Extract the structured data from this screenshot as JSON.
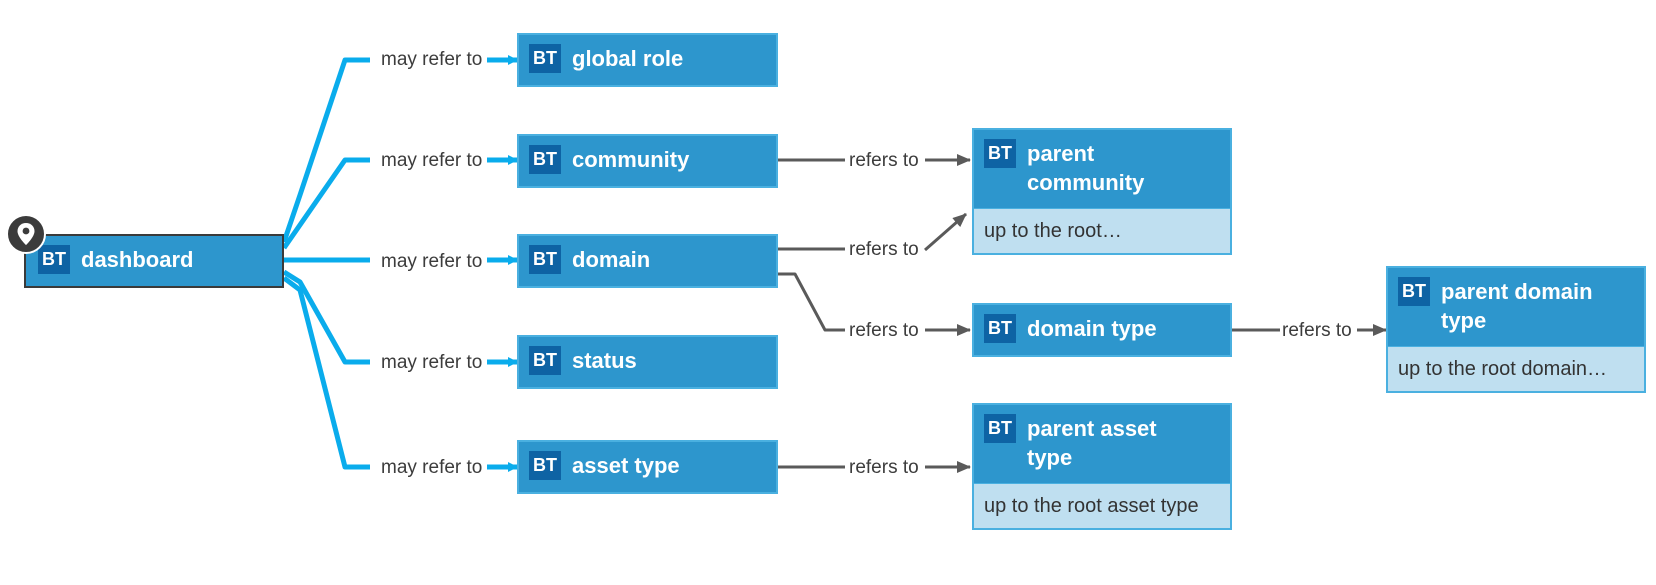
{
  "diagram": {
    "nodes": {
      "dashboard": {
        "badge": "BT",
        "title": "dashboard"
      },
      "global_role": {
        "badge": "BT",
        "title": "global role"
      },
      "community": {
        "badge": "BT",
        "title": "community"
      },
      "domain": {
        "badge": "BT",
        "title": "domain"
      },
      "status": {
        "badge": "BT",
        "title": "status"
      },
      "asset_type": {
        "badge": "BT",
        "title": "asset type"
      },
      "parent_community": {
        "badge": "BT",
        "title_line1": "parent",
        "title_line2": "community",
        "subtitle": "up to the root…"
      },
      "domain_type": {
        "badge": "BT",
        "title": "domain type"
      },
      "parent_asset_type": {
        "badge": "BT",
        "title_line1": "parent asset",
        "title_line2": "type",
        "subtitle": "up to the root asset type"
      },
      "parent_domain_type": {
        "badge": "BT",
        "title_line1": "parent domain",
        "title_line2": "type",
        "subtitle": "up to the root domain…"
      }
    },
    "edge_labels": {
      "may_refer_to": "may refer to",
      "refers_to": "refers to"
    },
    "colors": {
      "optional_edge": "#0aacec",
      "required_edge": "#5a5a5a",
      "node_fill": "#2d96cd",
      "badge_fill": "#0e63a4",
      "subtitle_fill": "#bfdff0"
    },
    "icons": {
      "root_marker": "location-pin-icon"
    }
  }
}
